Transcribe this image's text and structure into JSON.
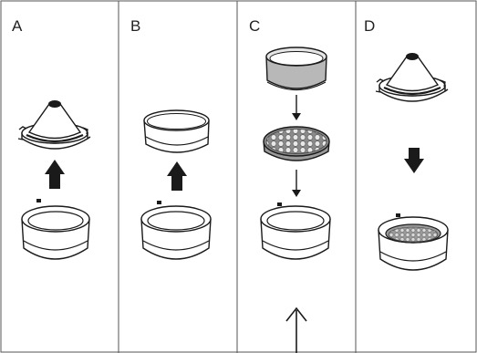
{
  "panels": [
    {
      "label": "A"
    },
    {
      "label": "B"
    },
    {
      "label": "C"
    },
    {
      "label": "D"
    }
  ],
  "colors": {
    "line": "#1a1a1a",
    "frame": "#555555",
    "band_gray": "#b8b8b8",
    "disc_gray": "#9a9a9a",
    "honeycomb_cell": "#8a8a8a",
    "cone_tip": "#1a1a1a"
  }
}
